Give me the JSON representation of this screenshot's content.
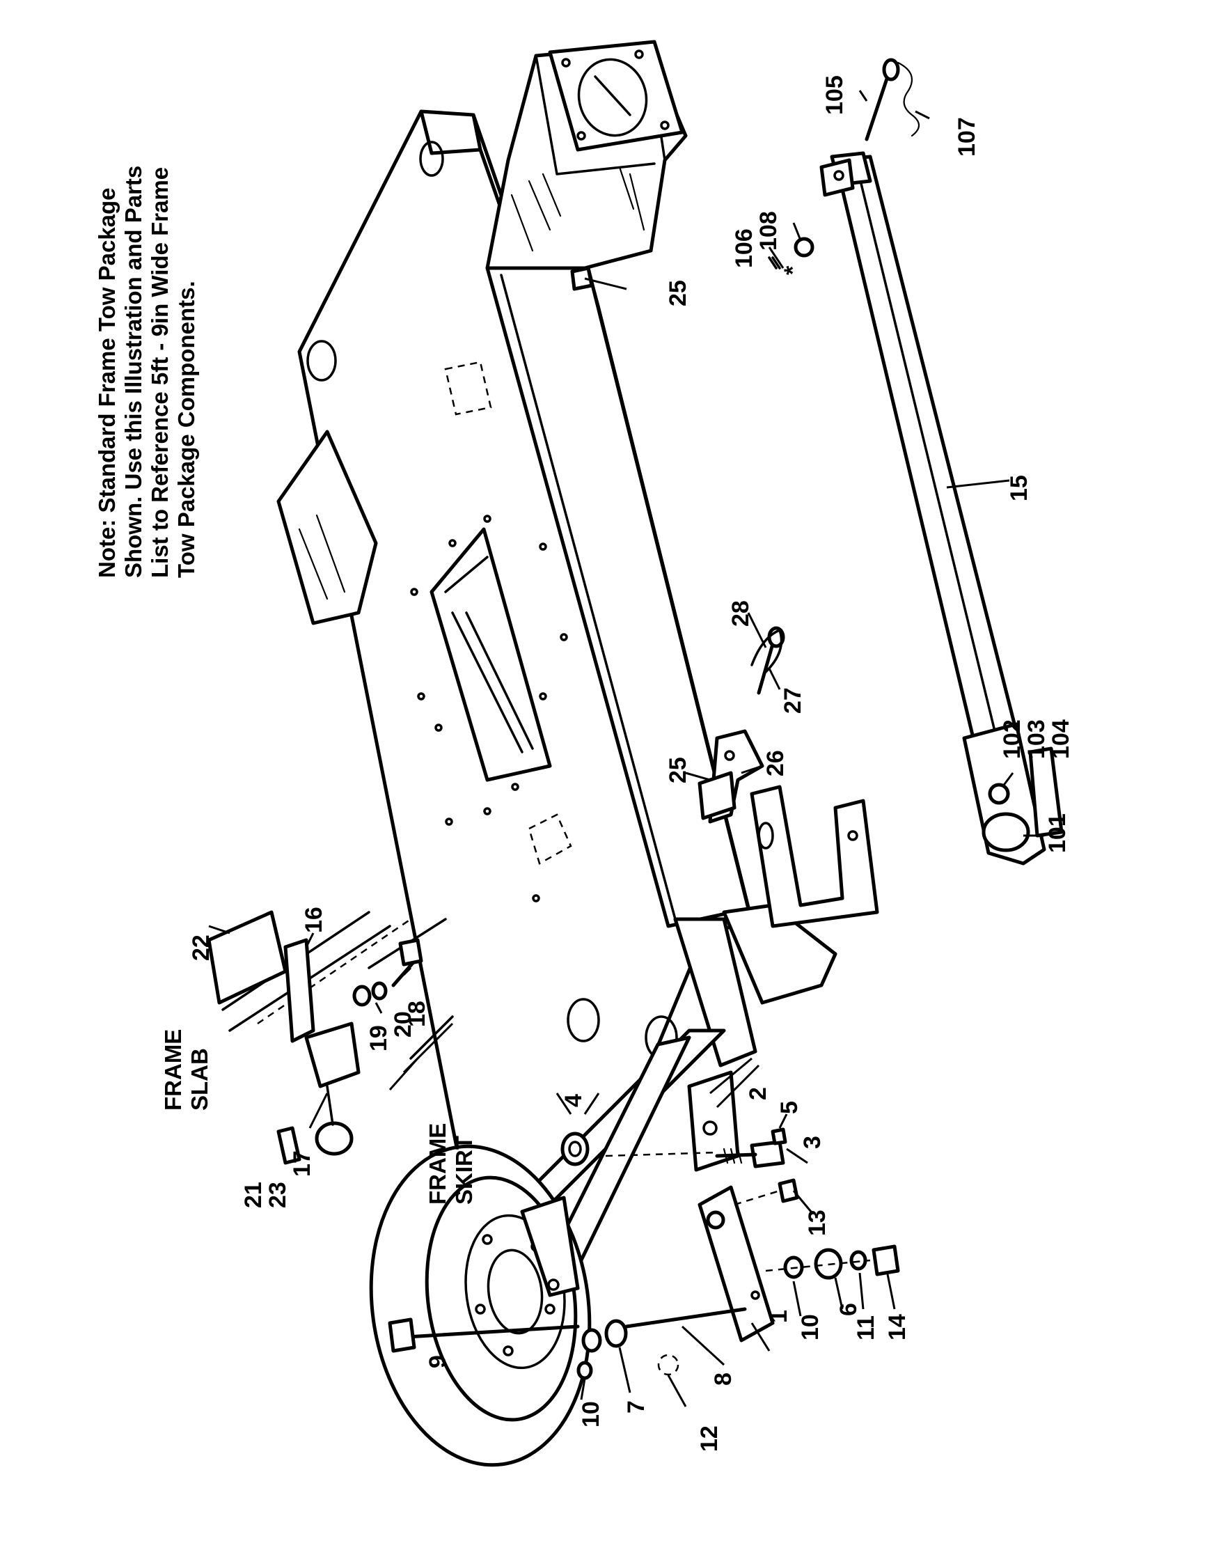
{
  "note": {
    "lines": [
      "Note: Standard Frame Tow Package",
      "Shown. Use this Illustration and Parts",
      "List to Reference 5ft - 9in Wide Frame",
      "Tow Package Components."
    ]
  },
  "labels": {
    "frame_slab": [
      "FRAME",
      "SLAB"
    ],
    "frame_skirt": [
      "FRAME",
      "SKIRT"
    ]
  },
  "callouts": {
    "c1": "1",
    "c2": "2",
    "c3": "3",
    "c4": "4",
    "c5": "5",
    "c6": "6",
    "c7": "7",
    "c8": "8",
    "c9": "9",
    "c10a": "10",
    "c10b": "10",
    "c11": "11",
    "c12": "12",
    "c13": "13",
    "c14": "14",
    "c15": "15",
    "c16": "16",
    "c17": "17",
    "c18": "18",
    "c19": "19",
    "c20": "20",
    "c21": "21",
    "c22": "22",
    "c23": "23",
    "c25a": "25",
    "c25b": "25",
    "c26": "26",
    "c27": "27",
    "c28": "28",
    "c101": "101",
    "c102": "102",
    "c103": "103",
    "c104": "104",
    "c105": "105",
    "c106": "106",
    "c107": "107",
    "c108": "108"
  },
  "marks": {
    "asterisk": "*"
  },
  "colors": {
    "ink": "#000000",
    "paper": "#ffffff"
  }
}
